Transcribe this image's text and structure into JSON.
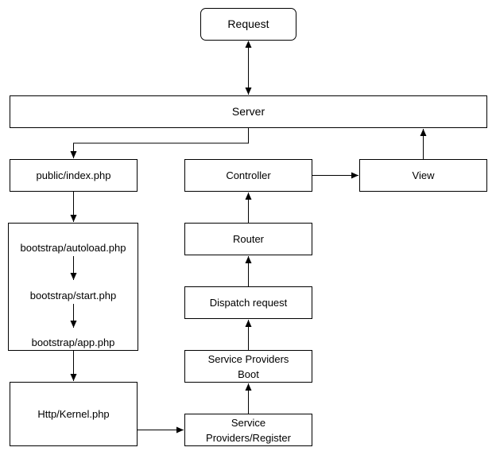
{
  "nodes": {
    "request": "Request",
    "server": "Server",
    "public_index": "public/index.php",
    "bootstrap_autoload": "bootstrap/autoload.php",
    "bootstrap_start": "bootstrap/start.php",
    "bootstrap_app": "bootstrap/app.php",
    "http_kernel": "Http/Kernel.php",
    "controller": "Controller",
    "view": "View",
    "router": "Router",
    "dispatch_request": "Dispatch request",
    "service_providers_boot_line1": "Service Providers",
    "service_providers_boot_line2": "Boot",
    "service_providers_register_line1": "Service",
    "service_providers_register_line2": "Providers/Register"
  },
  "edges": [
    {
      "from": "Request",
      "to": "Server",
      "bidirectional": true
    },
    {
      "from": "Server",
      "to": "public/index.php"
    },
    {
      "from": "public/index.php",
      "to": "bootstrap/autoload.php"
    },
    {
      "from": "bootstrap/autoload.php",
      "to": "bootstrap/start.php"
    },
    {
      "from": "bootstrap/start.php",
      "to": "bootstrap/app.php"
    },
    {
      "from": "bootstrap/app.php",
      "to": "Http/Kernel.php"
    },
    {
      "from": "Http/Kernel.php",
      "to": "Service Providers/Register"
    },
    {
      "from": "Service Providers/Register",
      "to": "Service Providers Boot"
    },
    {
      "from": "Service Providers Boot",
      "to": "Dispatch request"
    },
    {
      "from": "Dispatch request",
      "to": "Router"
    },
    {
      "from": "Router",
      "to": "Controller"
    },
    {
      "from": "Controller",
      "to": "View"
    },
    {
      "from": "View",
      "to": "Server"
    }
  ]
}
